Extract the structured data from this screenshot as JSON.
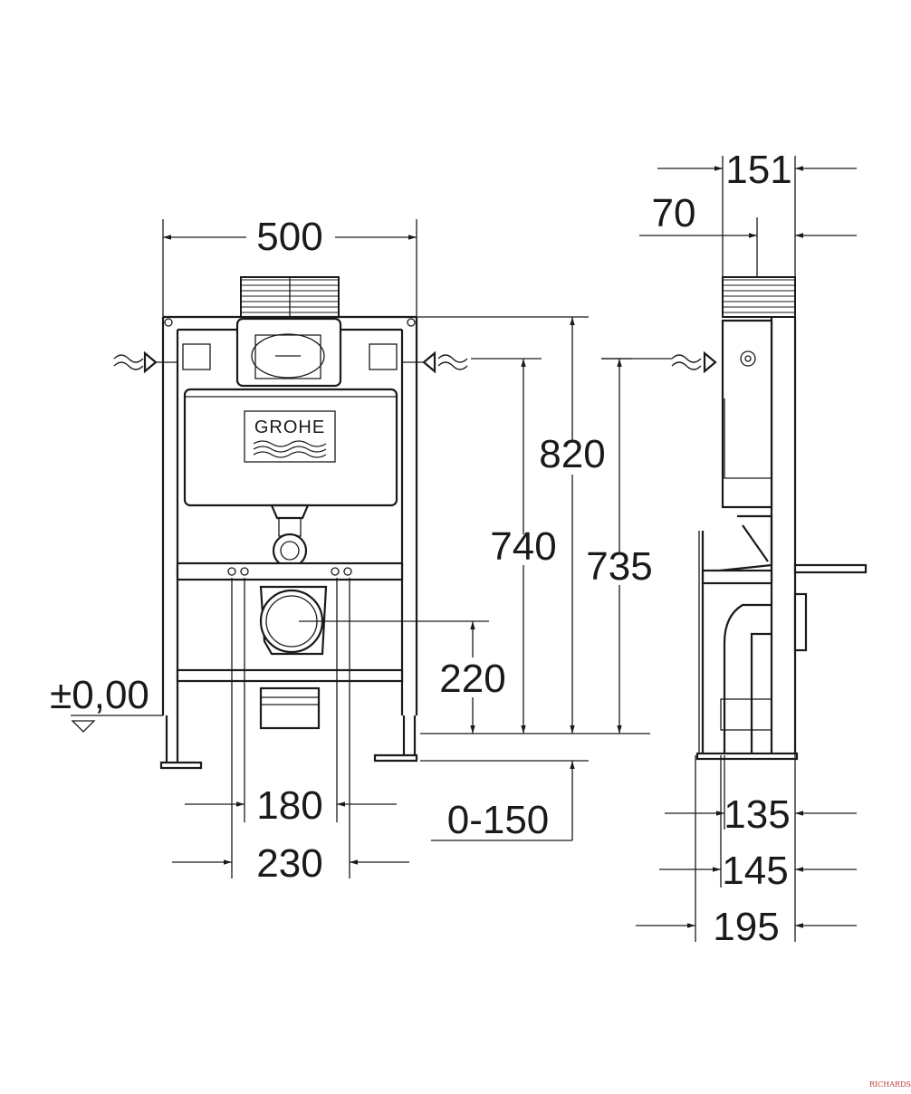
{
  "dimensions": {
    "width": "500",
    "side_top": "151",
    "side_offset": "70",
    "h820": "820",
    "h740": "740",
    "h735": "735",
    "h220": "220",
    "floor_ref": "±0,00",
    "w180": "180",
    "w230": "230",
    "adj": "0-150",
    "d135": "135",
    "d145": "145",
    "d195": "195"
  },
  "brand_label": "GROHE",
  "watermark": "RICHARDSON",
  "colors": {
    "line": "#1a1a1a",
    "background": "#ffffff",
    "watermark": "#b83a3a"
  }
}
